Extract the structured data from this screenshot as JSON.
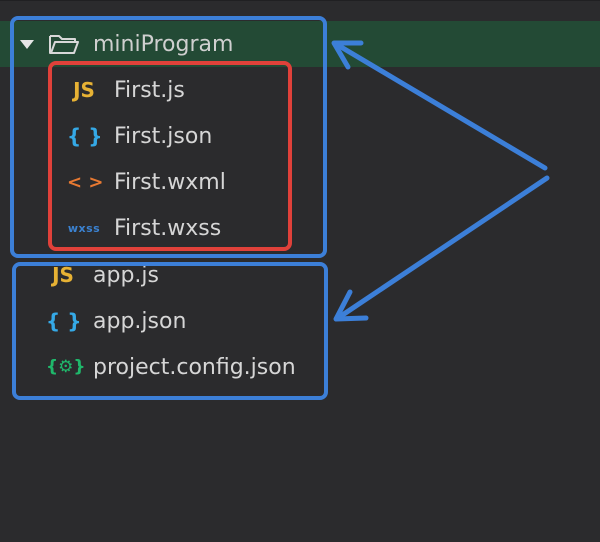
{
  "tree": {
    "folder": {
      "name": "miniProgram",
      "expanded": true,
      "children": [
        {
          "name": "First.js",
          "icon": "JS"
        },
        {
          "name": "First.json",
          "icon": "{ }"
        },
        {
          "name": "First.wxml",
          "icon": "< >"
        },
        {
          "name": "First.wxss",
          "icon": "wxss"
        }
      ]
    },
    "root_files": [
      {
        "name": "app.js",
        "icon": "JS"
      },
      {
        "name": "app.json",
        "icon": "{ }"
      },
      {
        "name": "project.config.json",
        "icon": "{⚙}"
      }
    ]
  },
  "colors": {
    "background": "#2b2b2d",
    "selected_row": "#234a35",
    "annotation_blue": "#3c7fd8",
    "annotation_red": "#e0413a"
  }
}
